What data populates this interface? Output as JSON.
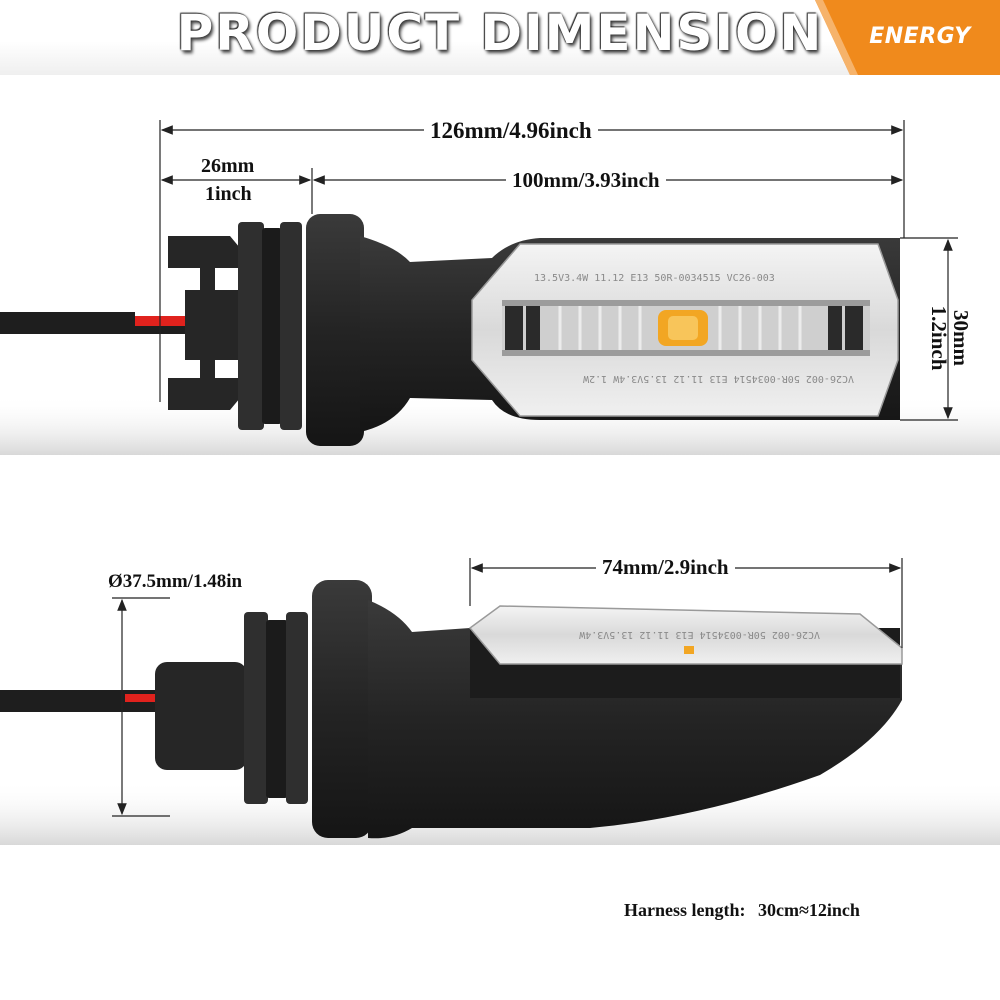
{
  "header": {
    "title": "PRODUCT DIMENSION",
    "brand": "ENERGY",
    "brand_color": "#f08a1c"
  },
  "top_view": {
    "overall_length": "126mm/4.96inch",
    "base_length_mm": "26mm",
    "base_length_in": "1inch",
    "lens_length": "100mm/3.93inch",
    "height_mm": "30mm",
    "height_in": "1.2inch",
    "lens_text_top": "13.5V3.4W   11.12   E13   50R-0034515   VC26-003",
    "lens_text_bottom": "VC26-002 50R-0034514   E13   11.12   13.5V3.4W   1.2W"
  },
  "side_view": {
    "diameter": "Ø37.5mm/1.48in",
    "lens_length": "74mm/2.9inch",
    "lens_text": "VC26-002 50R-0034514   E13   11.12   13.5V3.4W"
  },
  "footer": {
    "harness_label": "Harness length:",
    "harness_value": "30cm≈12inch"
  },
  "colors": {
    "housing": "#2b2b2b",
    "wire_red": "#e0221d",
    "wire_black": "#1e1e1e",
    "led_amber": "#f2a623"
  }
}
